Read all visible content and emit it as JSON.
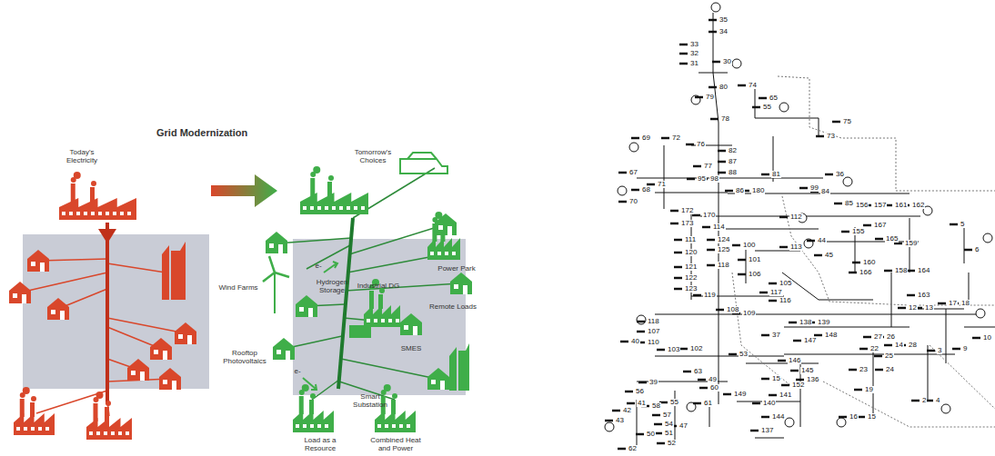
{
  "diagram": {
    "title": "Grid Modernization",
    "labels": [
      "Today's Electricity",
      "Tomorrow's Choices",
      "Wind Farms",
      "Hydrogen Storage",
      "Industrial DG",
      "Power Park",
      "Remote Loads",
      "Rooftop Photovoltaics",
      "SMES",
      "Smart Substation",
      "Load as a Resource",
      "Combined Heat and Power",
      "e-",
      "e-",
      "35",
      "34",
      "33",
      "32",
      "31",
      "30",
      "80",
      "79",
      "74",
      "65",
      "55",
      "78",
      "75",
      "73",
      "69",
      "72",
      "76",
      "82",
      "87",
      "77",
      "88",
      "81",
      "67",
      "68",
      "70",
      "71",
      "95",
      "98",
      "86",
      "180",
      "99",
      "36",
      "84",
      "85",
      "156",
      "157",
      "161",
      "162",
      "172",
      "173",
      "170",
      "114",
      "112",
      "111",
      "124",
      "125",
      "120",
      "121",
      "122",
      "123",
      "118",
      "100",
      "101",
      "113",
      "106",
      "105",
      "44",
      "45",
      "155",
      "167",
      "165",
      "159",
      "160",
      "166",
      "158",
      "164",
      "163",
      "5",
      "6",
      "117",
      "116",
      "119",
      "108",
      "109",
      "118",
      "107",
      "110",
      "40",
      "103",
      "102",
      "39",
      "138",
      "139",
      "37",
      "147",
      "148",
      "27",
      "26",
      "12",
      "13",
      "14",
      "28",
      "22",
      "25",
      "23",
      "24",
      "17",
      "18",
      "9",
      "10",
      "3",
      "146",
      "145",
      "136",
      "15",
      "140",
      "141",
      "152",
      "19",
      "16",
      "15",
      "2",
      "4",
      "144",
      "149",
      "60",
      "63",
      "49",
      "56",
      "41",
      "58",
      "55",
      "57",
      "54",
      "51",
      "52",
      "47",
      "61",
      "42",
      "43",
      "50",
      "62",
      "137",
      "53"
    ]
  }
}
